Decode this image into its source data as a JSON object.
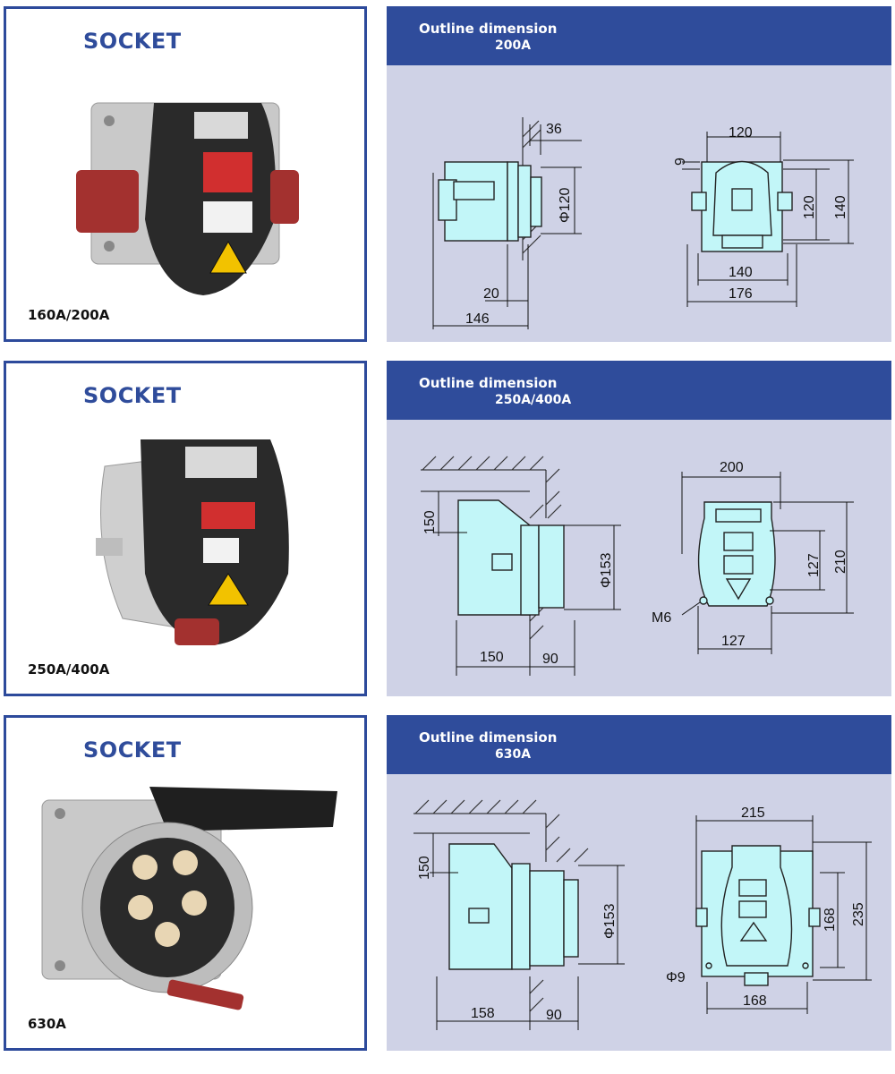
{
  "sections": [
    {
      "card": {
        "title": "SOCKET",
        "rating": "160A/200A"
      },
      "panel": {
        "title": "Outline dimension",
        "subtitle": "200A",
        "dims": {
          "d36": "36",
          "d120phi": "Φ120",
          "d20": "20",
          "d146": "146",
          "d120": "120",
          "d9": "9",
          "d120v": "120",
          "d140v": "140",
          "d140": "140",
          "d176": "176"
        }
      }
    },
    {
      "card": {
        "title": "SOCKET",
        "rating": "250A/400A"
      },
      "panel": {
        "title": "Outline dimension",
        "subtitle": "250A/400A",
        "dims": {
          "d150v": "150",
          "d153phi": "Φ153",
          "d150": "150",
          "d90": "90",
          "d200": "200",
          "d127v": "127",
          "d210v": "210",
          "m6": "M6",
          "d127": "127"
        }
      }
    },
    {
      "card": {
        "title": "SOCKET",
        "rating": "630A"
      },
      "panel": {
        "title": "Outline dimension",
        "subtitle": "630A",
        "dims": {
          "d150v": "150",
          "d153phi": "Φ153",
          "d158": "158",
          "d90": "90",
          "d215": "215",
          "d168v": "168",
          "d235v": "235",
          "phi9": "Φ9",
          "d168": "168"
        }
      }
    }
  ],
  "colors": {
    "accent": "#2f4c9b",
    "panel_bg": "#cfd2e6",
    "drawing_fill": "#c2f6f8",
    "socket_black": "#2a2a2a",
    "clip_red": "#a3312f"
  }
}
